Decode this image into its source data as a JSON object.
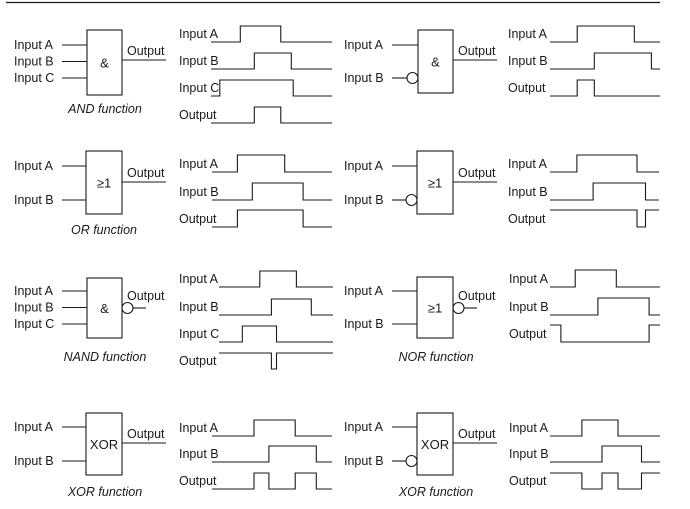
{
  "signal_labels": {
    "input_a": "Input A",
    "input_b": "Input B",
    "input_c": "Input C",
    "output": "Output"
  },
  "gates": [
    {
      "id": "and",
      "symbol": "&",
      "caption": "AND function",
      "inputs": [
        "a",
        "b",
        "c"
      ],
      "inverted_inputs": [],
      "inverted_output": false
    },
    {
      "id": "and-inv-b",
      "symbol": "&",
      "caption": "",
      "inputs": [
        "a",
        "b"
      ],
      "inverted_inputs": [
        "b"
      ],
      "inverted_output": false
    },
    {
      "id": "or",
      "symbol": "≥1",
      "caption": "OR function",
      "inputs": [
        "a",
        "b"
      ],
      "inverted_inputs": [],
      "inverted_output": false
    },
    {
      "id": "or-inv-b",
      "symbol": "≥1",
      "caption": "",
      "inputs": [
        "a",
        "b"
      ],
      "inverted_inputs": [
        "b"
      ],
      "inverted_output": false
    },
    {
      "id": "nand",
      "symbol": "&",
      "caption": "NAND function",
      "inputs": [
        "a",
        "b",
        "c"
      ],
      "inverted_inputs": [],
      "inverted_output": true
    },
    {
      "id": "nor",
      "symbol": "≥1",
      "caption": "NOR function",
      "inputs": [
        "a",
        "b"
      ],
      "inverted_inputs": [],
      "inverted_output": true
    },
    {
      "id": "xor",
      "symbol": "XOR",
      "caption": "XOR function",
      "inputs": [
        "a",
        "b"
      ],
      "inverted_inputs": [],
      "inverted_output": false
    },
    {
      "id": "xor-inv-b",
      "symbol": "XOR",
      "caption": "XOR function",
      "inputs": [
        "a",
        "b"
      ],
      "inverted_inputs": [
        "b"
      ],
      "inverted_output": false
    }
  ],
  "timing_diagrams": [
    {
      "gate": "and",
      "rows": [
        {
          "signal": "input_a",
          "high": [
            [
              0.242,
              0.577
            ]
          ]
        },
        {
          "signal": "input_b",
          "high": [
            [
              0.358,
              0.664
            ]
          ]
        },
        {
          "signal": "input_c",
          "high": [
            [
              0.073,
              0.679
            ]
          ]
        },
        {
          "signal": "output",
          "high": [
            [
              0.358,
              0.577
            ]
          ]
        }
      ]
    },
    {
      "gate": "and-inv-b",
      "rows": [
        {
          "signal": "input_a",
          "high": [
            [
              0.247,
              0.766
            ]
          ]
        },
        {
          "signal": "input_b",
          "high": [
            [
              0.403,
              0.922
            ]
          ]
        },
        {
          "signal": "output",
          "high": [
            [
              0.247,
              0.403
            ]
          ]
        }
      ]
    },
    {
      "gate": "or",
      "rows": [
        {
          "signal": "input_a",
          "high": [
            [
              0.212,
              0.606
            ]
          ]
        },
        {
          "signal": "input_b",
          "high": [
            [
              0.336,
              0.759
            ]
          ]
        },
        {
          "signal": "output",
          "high": [
            [
              0.212,
              0.759
            ]
          ]
        }
      ]
    },
    {
      "gate": "or-inv-b",
      "rows": [
        {
          "signal": "input_a",
          "high": [
            [
              0.247,
              0.798
            ]
          ]
        },
        {
          "signal": "input_b",
          "high": [
            [
              0.395,
              0.876
            ]
          ]
        },
        {
          "signal": "output",
          "high": [
            [
              0.0,
              0.798
            ],
            [
              0.876,
              1.0
            ]
          ]
        }
      ]
    },
    {
      "gate": "nand",
      "rows": [
        {
          "signal": "input_a",
          "high": [
            [
              0.358,
              0.679
            ]
          ]
        },
        {
          "signal": "input_b",
          "high": [
            [
              0.46,
              0.81
            ]
          ]
        },
        {
          "signal": "input_c",
          "high": [
            [
              0.204,
              0.504
            ]
          ]
        },
        {
          "signal": "output",
          "high": [
            [
              0.0,
              0.46
            ],
            [
              0.504,
              1.0
            ]
          ]
        }
      ]
    },
    {
      "gate": "nor",
      "rows": [
        {
          "signal": "input_a",
          "high": [
            [
              0.229,
              0.603
            ]
          ]
        },
        {
          "signal": "input_b",
          "high": [
            [
              0.435,
              0.901
            ]
          ]
        },
        {
          "signal": "output",
          "high": [
            [
              0.0,
              0.099
            ],
            [
              0.901,
              1.0
            ]
          ]
        }
      ]
    },
    {
      "gate": "xor",
      "rows": [
        {
          "signal": "input_a",
          "high": [
            [
              0.35,
              0.693
            ]
          ]
        },
        {
          "signal": "input_b",
          "high": [
            [
              0.474,
              0.869
            ]
          ]
        },
        {
          "signal": "output",
          "high": [
            [
              0.35,
              0.474
            ],
            [
              0.693,
              0.869
            ]
          ]
        }
      ]
    },
    {
      "gate": "xor-inv-b",
      "rows": [
        {
          "signal": "input_a",
          "high": [
            [
              0.29,
              0.618
            ]
          ]
        },
        {
          "signal": "input_b",
          "high": [
            [
              0.473,
              0.832
            ]
          ]
        },
        {
          "signal": "output",
          "high": [
            [
              0.0,
              0.29
            ],
            [
              0.473,
              0.618
            ],
            [
              0.832,
              1.0
            ]
          ]
        }
      ]
    }
  ]
}
